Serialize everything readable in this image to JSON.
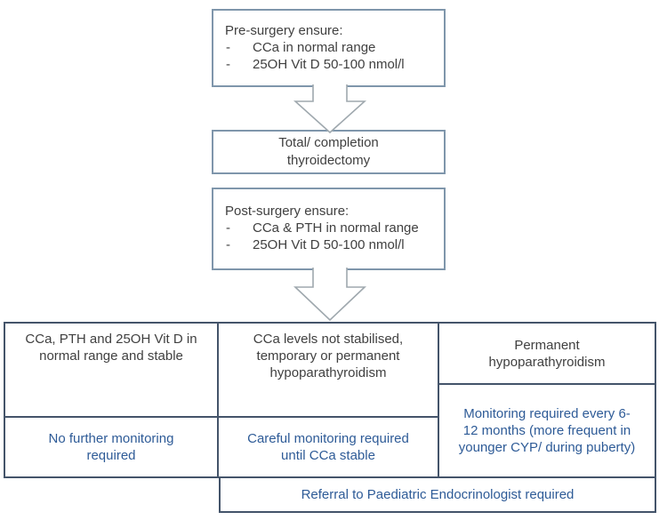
{
  "bullet_marker": "-",
  "flow": {
    "pre_surgery": {
      "title": "Pre-surgery ensure:",
      "bullets": [
        "CCa in normal range",
        "25OH Vit D 50-100 nmol/l"
      ]
    },
    "surgery": {
      "text": "Total/ completion thyroidectomy"
    },
    "post_surgery": {
      "title": "Post-surgery ensure:",
      "bullets": [
        "CCa & PTH in normal range",
        "25OH Vit D 50-100 nmol/l"
      ]
    }
  },
  "outcomes": {
    "columns": [
      {
        "condition": "CCa, PTH and 25OH Vit D in normal range and stable",
        "action": "No further monitoring required"
      },
      {
        "condition": "CCa levels not stabilised, temporary or permanent hypoparathyroidism",
        "action": "Careful monitoring required until CCa stable"
      },
      {
        "condition": "Permanent hypoparathyroidism",
        "action": "Monitoring required every 6-12 months (more frequent in younger CYP/ during puberty)"
      }
    ],
    "referral": "Referral to Paediatric Endocrinologist required"
  },
  "colors": {
    "box_border": "#7f96ab",
    "table_border": "#44546a",
    "arrow_stroke": "#9fa8ae",
    "text_dark": "#404040",
    "text_blue": "#2e5b97"
  }
}
